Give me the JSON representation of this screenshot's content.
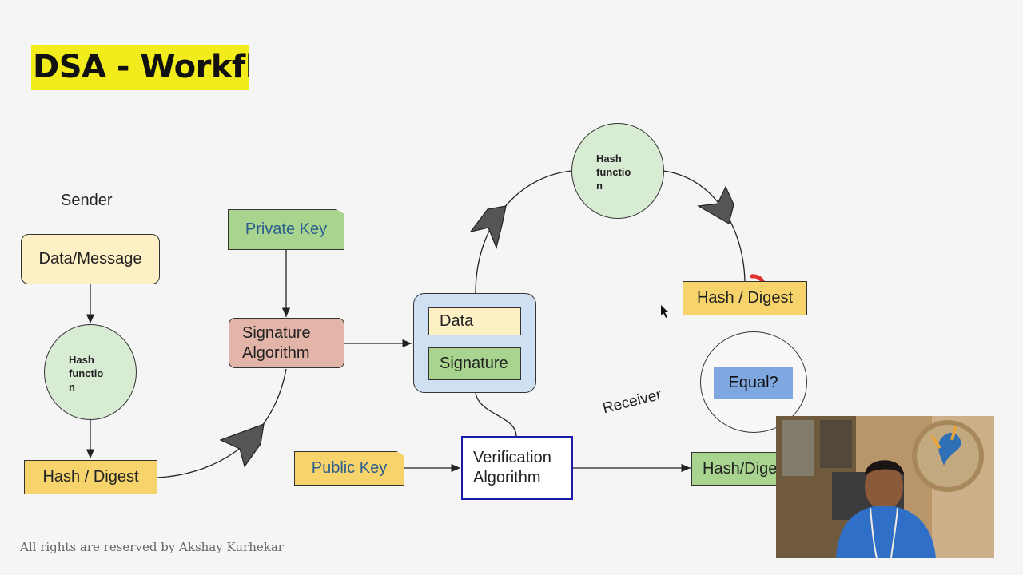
{
  "title": "DSA - Workflow",
  "sender_label": "Sender",
  "receiver_label": "Receiver",
  "sender": {
    "data_message": "Data/Message",
    "hash_function": "Hash\nfunctio\nn",
    "hash_digest": "Hash / Digest"
  },
  "private_key": "Private Key",
  "signature_algorithm": "Signature\nAlgorithm",
  "package": {
    "data": "Data",
    "signature": "Signature"
  },
  "receiver": {
    "hash_function": "Hash\nfunctio\nn",
    "hash_digest": "Hash / Digest",
    "public_key": "Public Key",
    "verification_algorithm": "Verification\nAlgorithm",
    "hash_digest_partial": "Hash/Dige",
    "equal": "Equal?"
  },
  "footer": "All rights are reserved by Akshay Kurhekar",
  "colors": {
    "title_bg": "#f3ec1c",
    "yellow": "#f7d36b",
    "pale_yellow": "#fdf0c4",
    "green": "#a8d48f",
    "light_green": "#d8ebd3",
    "pink": "#e3b5a8",
    "blue_container": "#cfe0f2",
    "equal_blue": "#7fa8e0"
  }
}
